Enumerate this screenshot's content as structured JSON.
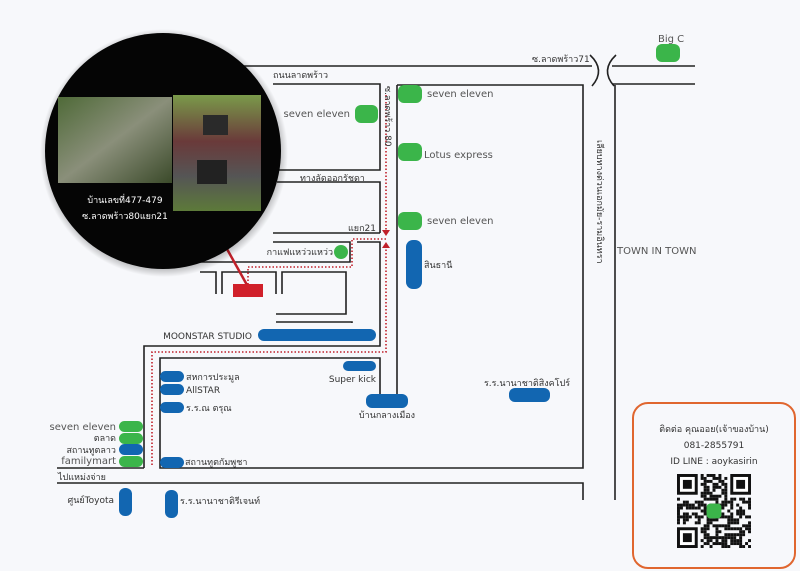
{
  "colors": {
    "store_green": "#3bb54a",
    "place_blue": "#1266b1",
    "route_red": "#c0202a",
    "house_red": "#d0202a",
    "contact_border": "#e0662f"
  },
  "roads": {
    "main": "ถนนลาดพร้าว",
    "soi71": "ซ.ลาดพร้าว71",
    "soi80": "ซ.ลาดพร้าว 80",
    "shortcut": "ทางลัดออกรัชดา",
    "yaek21": "แยก21",
    "expressway": "เลียบทางด่วนเอกมัย-รามอินทรา",
    "to_mangchai": "ไปแหม่งจ่าย"
  },
  "photo_callout": {
    "line1": "บ้านเลขที่477-479",
    "line2": "ซ.ลาดพร้าว80แยก21"
  },
  "places": {
    "bigc": "Big C",
    "seven_top_left": "seven eleven",
    "seven_1": "seven eleven",
    "lotus": "Lotus express",
    "seven_2": "seven eleven",
    "sinthani": "สินธานี",
    "town_in_town": "TOWN IN TOWN",
    "cafe": "กาแฟแหว่วแหว่ว",
    "moonstar": "MOONSTAR STUDIO",
    "sahakarn": "สหการประมูล",
    "allstar": "AllSTAR",
    "school_tarun": "ร.ร.ณ ตรุณ",
    "cambodia": "สถานทูตกัมพูชา",
    "superkick": "Super kick",
    "baan_klang_muang": "บ้านกลางเมือง",
    "singapore_school": "ร.ร.นานาชาติสิงคโปร์",
    "seven_left": "seven eleven",
    "market": "ตลาด",
    "laos": "สถานทูตลาว",
    "familymart": "familymart",
    "toyota": "ศูนย์Toyota",
    "regent": "ร.ร.นานาชาติรีเจนท์"
  },
  "contact": {
    "name": "ติดต่อ คุณออย(เจ้าของบ้าน)",
    "phone": "081-2855791",
    "line_id": "ID LINE : aoykasirin"
  }
}
